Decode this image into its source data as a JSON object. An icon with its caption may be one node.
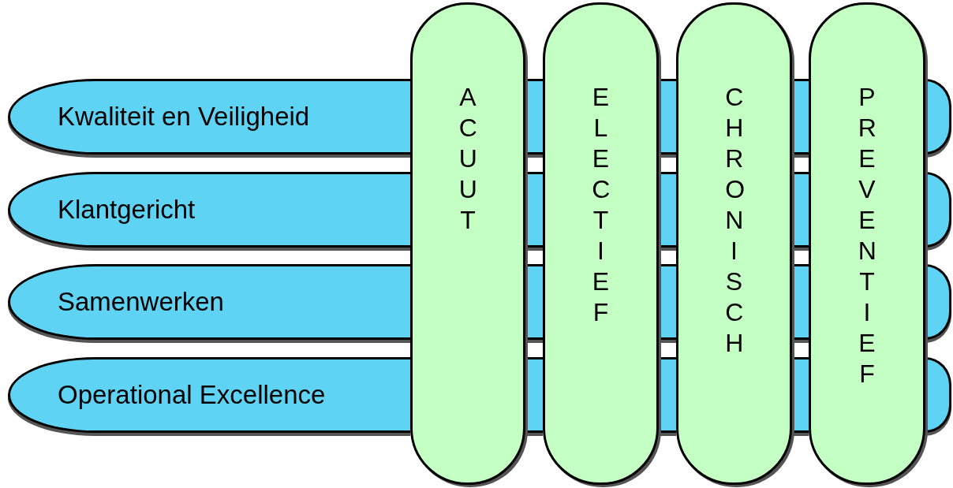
{
  "diagram": {
    "nodes": [
      {
        "text": [
          "Kwaliteit en Veiligheid"
        ]
      },
      {
        "text": [
          "Klantgericht"
        ]
      },
      {
        "text": [
          "Samenwerken"
        ]
      },
      {
        "text": [
          "Operational Excellence"
        ]
      },
      {
        "text": [
          "ACUUT"
        ]
      },
      {
        "text": [
          "ELECTIEF"
        ]
      },
      {
        "text": [
          "CHRONISCH"
        ]
      },
      {
        "text": [
          "PREVENTIEF"
        ]
      },
      {
        "text": [],
        "shape": "bar"
      },
      {
        "text": [],
        "shape": "bar"
      },
      {
        "text": [],
        "shape": "bar"
      },
      {
        "text": [],
        "shape": "bar"
      },
      {
        "text": [],
        "shape": "bar"
      },
      {
        "text": [],
        "shape": "bar"
      },
      {
        "text": [],
        "shape": "bar"
      },
      {
        "text": [],
        "shape": "bar"
      },
      {
        "text": [],
        "shape": "bar"
      },
      {
        "text": [],
        "shape": "bar"
      },
      {
        "text": [],
        "shape": "bar"
      },
      {
        "text": [],
        "shape": "bar"
      },
      {
        "text": [],
        "shape": "bar"
      },
      {
        "text": [],
        "shape": "bar"
      },
      {
        "text": [],
        "shape": "bar"
      },
      {
        "text": [],
        "shape": "bar"
      }
    ]
  }
}
